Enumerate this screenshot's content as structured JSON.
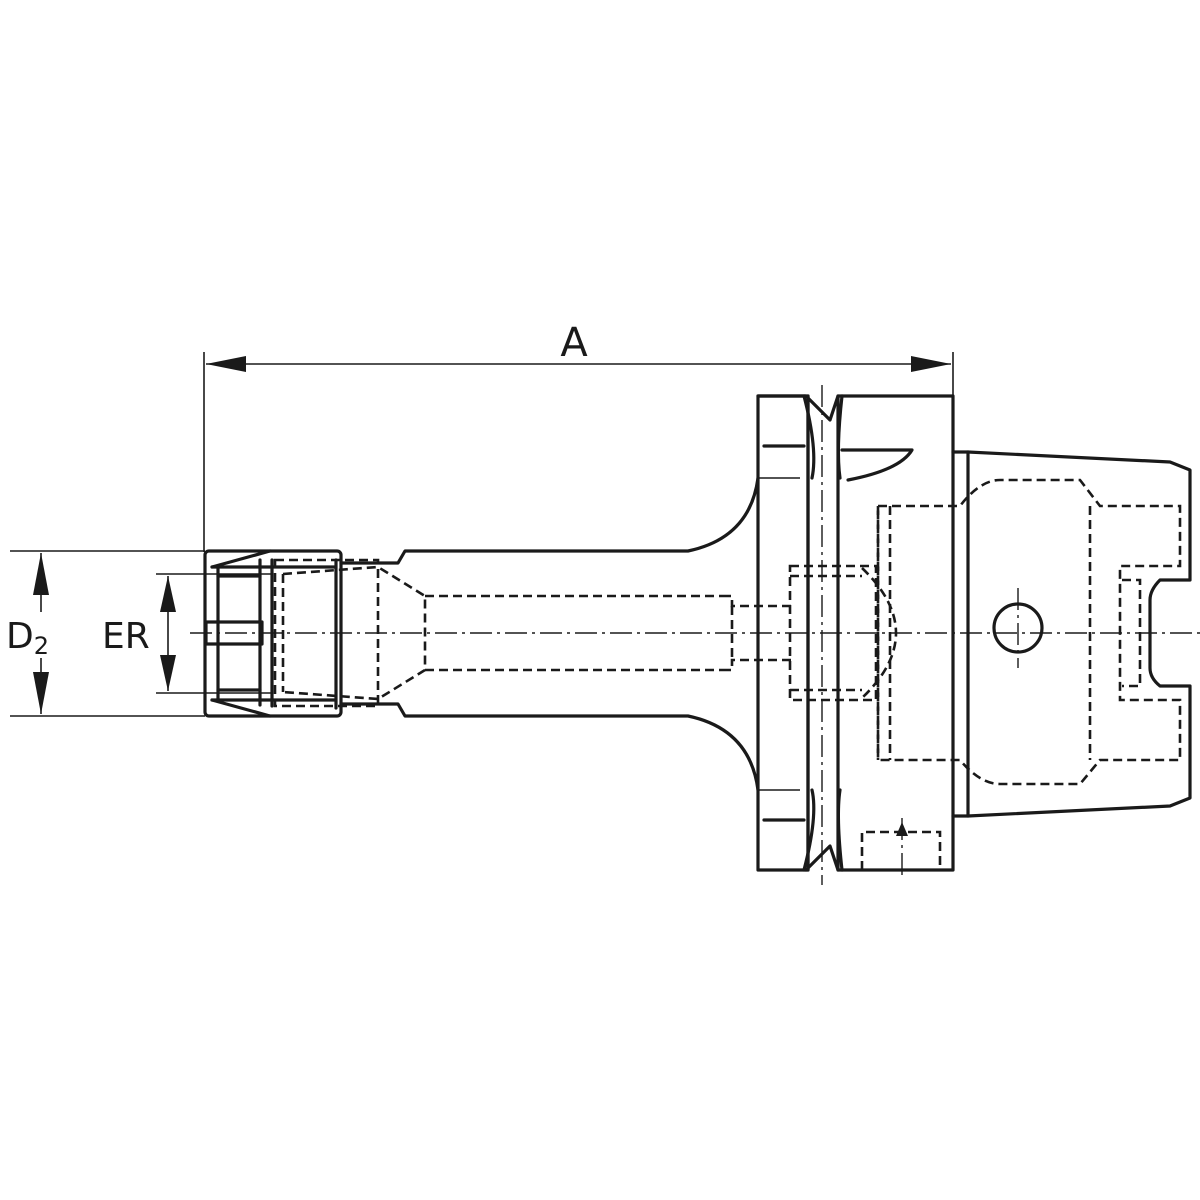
{
  "drawing": {
    "dimensions": {
      "length": "A",
      "outer_diameter": {
        "main": "D",
        "subscript": "2"
      },
      "collet": "ER"
    }
  }
}
